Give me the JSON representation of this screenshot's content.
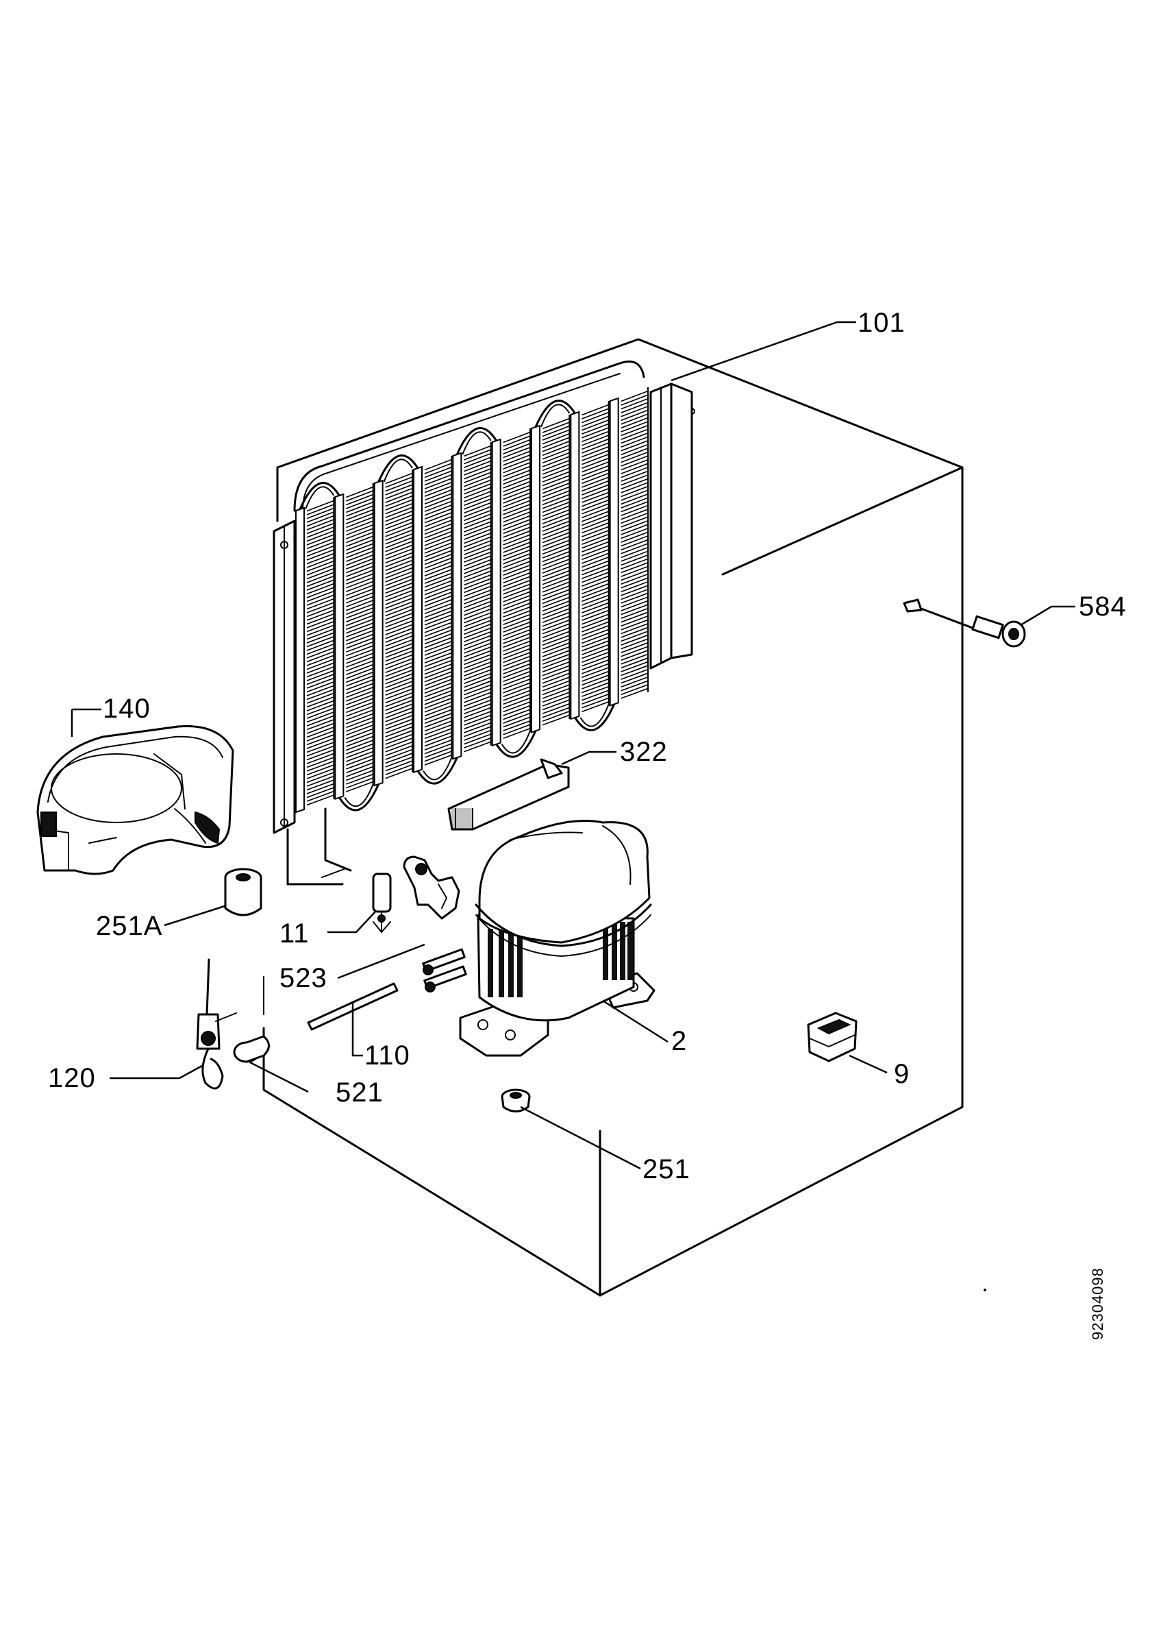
{
  "diagram": {
    "document_number": "92304098",
    "labels": {
      "p101": "101",
      "p584": "584",
      "p140": "140",
      "p322": "322",
      "p251A": "251A",
      "p11": "11",
      "p523": "523",
      "p110": "110",
      "p2": "2",
      "p9": "9",
      "p120": "120",
      "p521": "521",
      "p251": "251"
    }
  }
}
